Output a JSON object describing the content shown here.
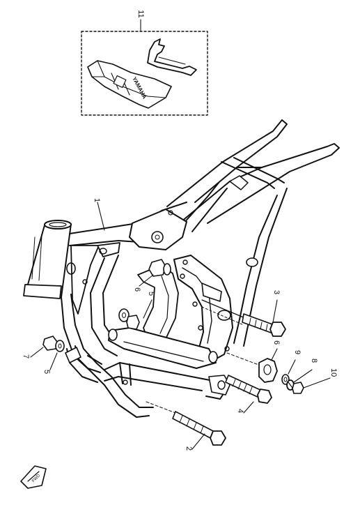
{
  "diagram": {
    "callouts": [
      {
        "id": "frame",
        "label": "1"
      },
      {
        "id": "bolt-long",
        "label": "2"
      },
      {
        "id": "bolt-upper",
        "label": "3"
      },
      {
        "id": "bolt-mid",
        "label": "4"
      },
      {
        "id": "washer-left",
        "label": "5"
      },
      {
        "id": "washer-center",
        "label": "5"
      },
      {
        "id": "nut-left",
        "label": "6"
      },
      {
        "id": "nut-center",
        "label": "6"
      },
      {
        "id": "collar",
        "label": "7"
      },
      {
        "id": "nut-right",
        "label": "8"
      },
      {
        "id": "lock-washer",
        "label": "9"
      },
      {
        "id": "plain-washer",
        "label": "10"
      },
      {
        "id": "tool-kit",
        "label": "11"
      }
    ],
    "tool_kit_brand": "YAMAHA",
    "corner_mark": "FWD"
  }
}
